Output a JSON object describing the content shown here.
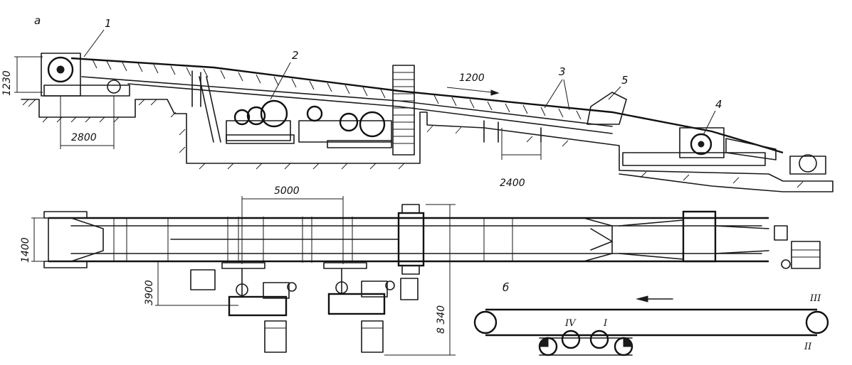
{
  "labels": {
    "view_a": "а",
    "view_b": "б",
    "part_1": "1",
    "part_2": "2",
    "part_3": "3",
    "part_4": "4",
    "part_5": "5"
  },
  "dimensions": {
    "h_1230": "1230",
    "w_2800": "2800",
    "w_1200": "1200",
    "w_2400": "2400",
    "w_5000": "5000",
    "h_1400": "1400",
    "h_3900": "3900",
    "h_8340": "8 340"
  },
  "schema": {
    "drum_I": "I",
    "drum_II": "II",
    "drum_III": "III",
    "drum_IV": "IV"
  }
}
